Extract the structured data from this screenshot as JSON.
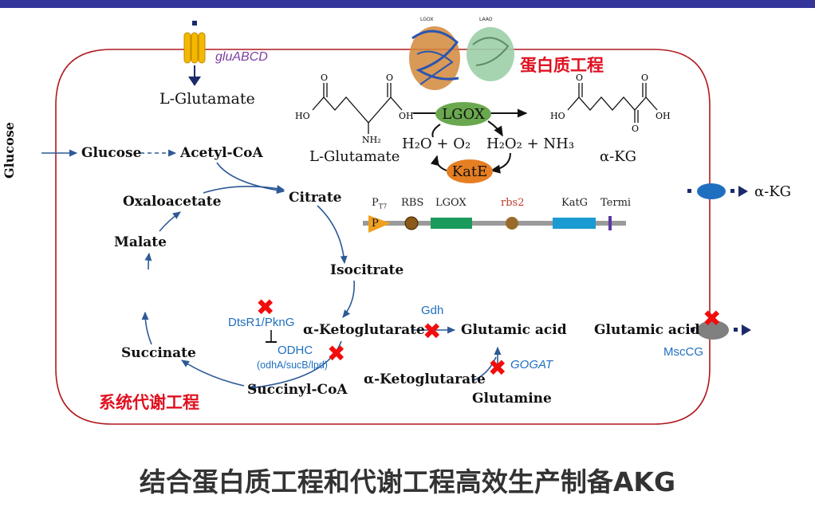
{
  "header": {
    "protein_engineering": "蛋白质工程",
    "metabolic_engineering": "系统代谢工程"
  },
  "structure_labels": {
    "left": "LGOX",
    "right": "LAAO"
  },
  "transport": {
    "gene": "gluABCD",
    "l_glutamate": "L-Glutamate",
    "akg_out": "α-KG",
    "glutamic_acid_out": "Glutamic acid",
    "exporter": "MscCG"
  },
  "carbon": {
    "glucose_vertical": "Glucose",
    "glucose": "Glucose",
    "acetyl_coa": "Acetyl-CoA"
  },
  "tca": {
    "citrate": "Citrate",
    "isocitrate": "Isocitrate",
    "akg": "α-Ketoglutarate",
    "succinyl_coa": "Succinyl-CoA",
    "succinate": "Succinate",
    "malate": "Malate",
    "oxaloacetate": "Oxaloacetate"
  },
  "regulation": {
    "dtsr": "DtsR1/PknG",
    "odhc": "ODHC",
    "odhc_genes": "(odhA/sucB/lpd)",
    "gdh": "Gdh",
    "glutamic_acid": "Glutamic acid",
    "akg2": "α-Ketoglutarate",
    "gogat": "GOGAT",
    "glutamine": "Glutamine"
  },
  "reaction": {
    "substrate": "L-Glutamate",
    "product": "α-KG",
    "enzyme": "LGOX",
    "catalase": "KatE",
    "water_o2": "H₂O + O₂",
    "h2o2_nh3": "H₂O₂ + NH₃",
    "atoms": {
      "ho1": "HO",
      "oh1": "OH",
      "o1": "O",
      "o2": "O",
      "nh2": "NH₂",
      "ho2": "HO",
      "oh2": "OH",
      "o3": "O",
      "o4": "O",
      "o5": "O"
    }
  },
  "construct": {
    "promoter_label": "P",
    "promoter_sub": "T7",
    "promoter_glyph": "P",
    "rbs": "RBS",
    "lgox": "LGOX",
    "rbs2": "rbs2",
    "katg": "KatG",
    "termi": "Termi"
  },
  "blocked_marker": "✖",
  "footer": {
    "title": "结合蛋白质工程和代谢工程高效生产制备AKG"
  },
  "colors": {
    "cell_border": "#b0191f",
    "arrow": "#2d5a96",
    "dark_arrow": "#1b2a6b",
    "blue_label": "#1f6fc0",
    "red": "#e01020",
    "lgox_pill": "#6aa84f",
    "katE_pill": "#e67e22",
    "transporter": "#f5b800",
    "exporter_akg": "#1f6fc0",
    "exporter_glu": "#808080",
    "lgox_gene": "#1a9b5c",
    "katg_gene": "#1b9bd1"
  },
  "icons": {
    "transporter": "channel-icon",
    "blocked": "red-x-icon",
    "promoter": "promoter-icon"
  }
}
